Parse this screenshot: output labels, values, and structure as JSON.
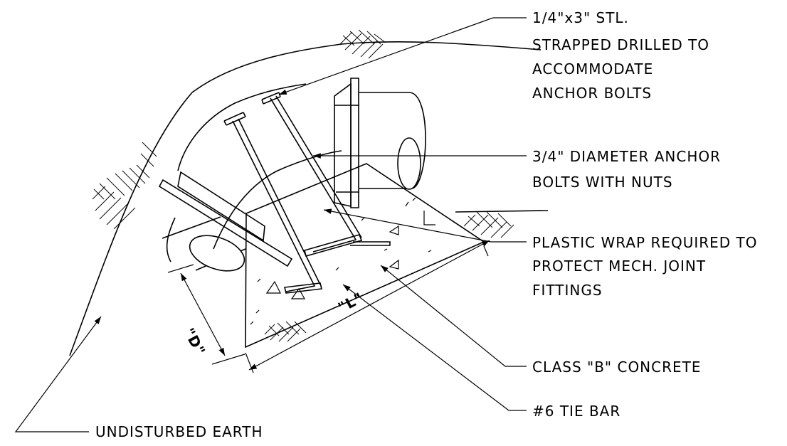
{
  "callouts": {
    "strap": [
      "1/4\"x3\" STL.",
      "STRAPPED DRILLED TO",
      "ACCOMMODATE",
      "ANCHOR BOLTS"
    ],
    "bolts": [
      "3/4\" DIAMETER ANCHOR",
      "BOLTS WITH NUTS"
    ],
    "wrap": [
      "PLASTIC WRAP REQUIRED TO",
      "PROTECT MECH. JOINT",
      "FITTINGS"
    ],
    "concrete": "CLASS \"B\" CONCRETE",
    "tiebar": "#6 TIE BAR",
    "earth": "UNDISTURBED EARTH"
  },
  "dimensions": {
    "depth": "\"D\"",
    "length": "\"L\""
  },
  "colors": {
    "line": "#000000",
    "background": "#ffffff"
  }
}
